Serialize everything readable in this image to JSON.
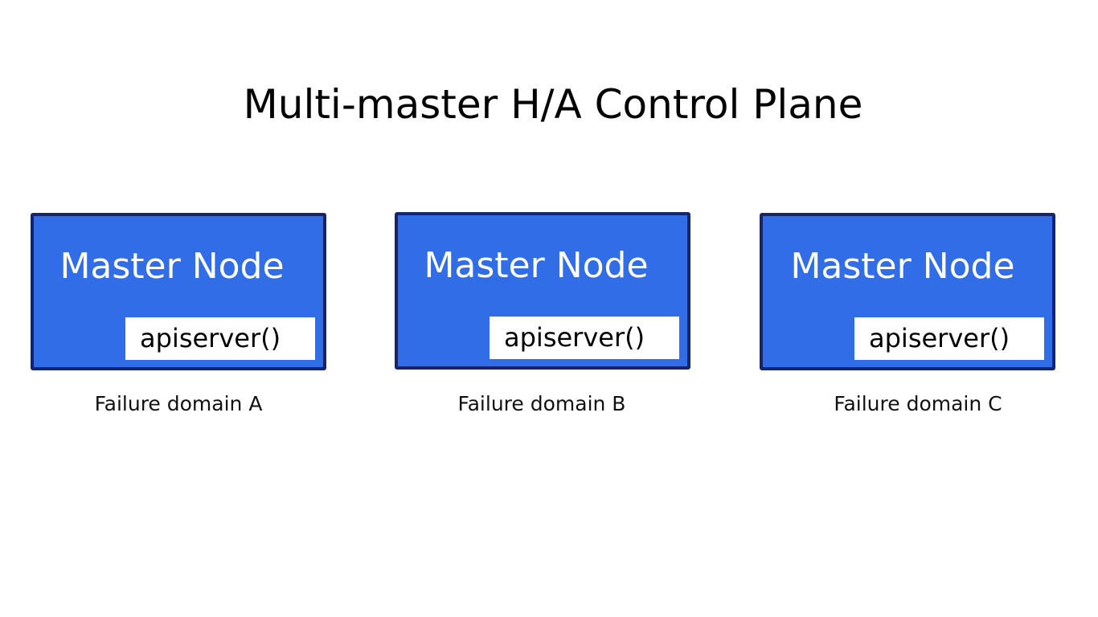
{
  "title": "Multi-master H/A Control Plane",
  "colors": {
    "node_fill": "#316de6",
    "node_border": "#16246b",
    "api_fill": "#ffffff",
    "text": "#000000"
  },
  "nodes": [
    {
      "title": "Master Node",
      "component": "apiserver()",
      "domain_label": "Failure domain A"
    },
    {
      "title": "Master Node",
      "component": "apiserver()",
      "domain_label": "Failure domain B"
    },
    {
      "title": "Master Node",
      "component": "apiserver()",
      "domain_label": "Failure domain C"
    }
  ]
}
